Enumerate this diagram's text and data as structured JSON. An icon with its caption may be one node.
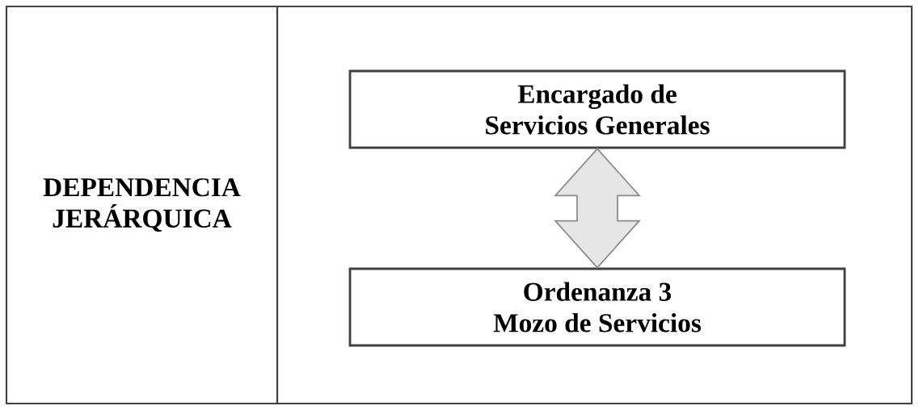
{
  "diagram": {
    "nodes": [
      {
        "text": [
          "DEPENDENCIA JERÁRQUICA"
        ]
      },
      {
        "text": [],
        "shape": "box"
      },
      {
        "text": [
          "Encargado de Servicios Generales"
        ],
        "in": 1
      },
      {
        "text": [
          "Ordenanza 3 Mozo de Servicios"
        ],
        "in": 1
      }
    ],
    "edges": [
      {
        "from": 2,
        "to": 3,
        "arrow": "both",
        "style": "thick",
        "color": "#e6e6e6"
      }
    ]
  }
}
